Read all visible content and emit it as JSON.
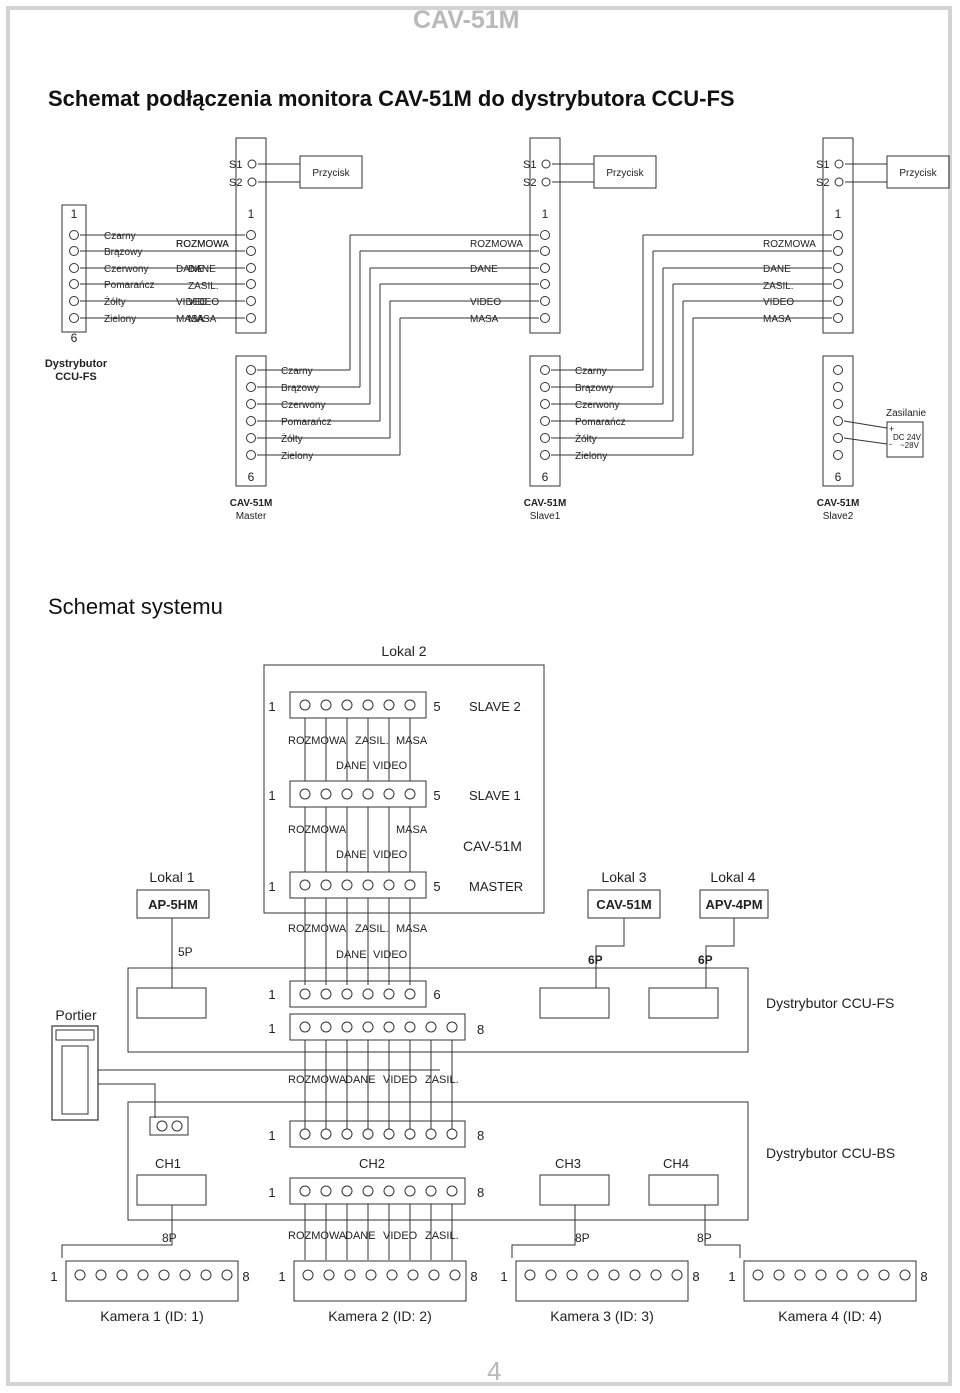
{
  "header": "CAV-51M",
  "page_number": "4",
  "wiring": {
    "title": "Schemat podłączenia monitora CAV-51M do dystrybutora CCU-FS",
    "distributor": {
      "name": "Dystrybutor",
      "model": "CCU-FS",
      "pin_first": "1",
      "pin_last": "6",
      "colors": [
        "Czarny",
        "Brązowy",
        "Czerwony",
        "Pomarańcz",
        "Żółty",
        "Zielony"
      ],
      "signals": [
        "ROZMOWA",
        "DANE",
        "ZASIL.",
        "VIDEO",
        "MASA"
      ]
    },
    "monitors": [
      {
        "model": "CAV-51M",
        "role": "Master",
        "s1": "S1",
        "s2": "S2",
        "button": "Przycisk",
        "pin_first": "1",
        "pin_last": "6",
        "signals": [
          "ROZMOWA",
          "DANE",
          "VIDEO",
          "MASA"
        ],
        "colors": [
          "Czarny",
          "Brązowy",
          "Czerwony",
          "Pomarańcz",
          "Żółty",
          "Zielony"
        ]
      },
      {
        "model": "CAV-51M",
        "role": "Slave1",
        "s1": "S1",
        "s2": "S2",
        "button": "Przycisk",
        "pin_first": "1",
        "pin_last": "6",
        "signals": [
          "ROZMOWA",
          "DANE",
          "VIDEO",
          "MASA"
        ],
        "colors": [
          "Czarny",
          "Brązowy",
          "Czerwony",
          "Pomarańcz",
          "Żółty",
          "Zielony"
        ]
      },
      {
        "model": "CAV-51M",
        "role": "Slave2",
        "s1": "S1",
        "s2": "S2",
        "button": "Przycisk",
        "pin_first": "1",
        "pin_last": "6",
        "signals": [
          "ROZMOWA",
          "DANE",
          "ZASIL.",
          "VIDEO",
          "MASA"
        ],
        "colors": []
      }
    ],
    "power": {
      "label": "Zasilanie",
      "plus": "+",
      "minus": "-",
      "spec1": "DC 24V",
      "spec2": "~28V"
    }
  },
  "system": {
    "title": "Schemat systemu",
    "lokal2": "Lokal 2",
    "lokal1": "Lokal 1",
    "lokal1_device": "AP-5HM",
    "lokal1_plug": "5P",
    "lokal3": "Lokal 3",
    "lokal3_device": "CAV-51M",
    "lokal3_plug": "6P",
    "lokal4": "Lokal 4",
    "lokal4_device": "APV-4PM",
    "lokal4_plug": "6P",
    "slave2": "SLAVE 2",
    "slave1": "SLAVE 1",
    "master": "MASTER",
    "monitor_model": "CAV-51M",
    "n1": "1",
    "n5": "5",
    "n6": "6",
    "n8": "8",
    "sig": {
      "rozmowa": "ROZMOWA",
      "zasil": "ZASIL.",
      "masa": "MASA",
      "dane": "DANE",
      "video": "VIDEO"
    },
    "portier": "Portier",
    "ccu_fs": "Dystrybutor CCU-FS",
    "ccu_bs": "Dystrybutor CCU-BS",
    "channels": [
      "CH1",
      "CH2",
      "CH3",
      "CH4"
    ],
    "plug8": "8P",
    "cameras": [
      "Kamera 1 (ID: 1)",
      "Kamera 2 (ID: 2)",
      "Kamera 3 (ID: 3)",
      "Kamera 4 (ID: 4)"
    ]
  }
}
